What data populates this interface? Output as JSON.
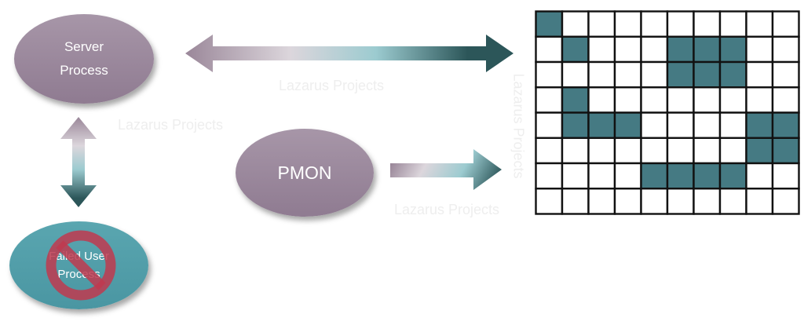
{
  "nodes": {
    "server_process": {
      "line1": "Server",
      "line2": "Process"
    },
    "pmon": {
      "label": "PMON"
    },
    "failed_user_process": {
      "line1": "Failed User",
      "line2": "Process",
      "status_icon": "prohibited-icon"
    }
  },
  "watermarks": [
    "Lazarus Projects",
    "Lazarus Projects",
    "Lazarus Projects",
    "Lazarus Projects"
  ],
  "arrows": [
    {
      "name": "server-to-grid",
      "type": "double-headed",
      "from": "Server Process",
      "to": "memory grid"
    },
    {
      "name": "server-to-failed",
      "type": "double-headed-vertical",
      "from": "Server Process",
      "to": "Failed User Process"
    },
    {
      "name": "pmon-to-grid",
      "type": "single-headed",
      "from": "PMON",
      "to": "memory grid"
    }
  ],
  "colors": {
    "node_purple": "#9a8799",
    "node_teal": "#55a0ab",
    "grid_fill": "#457a83",
    "grid_empty": "#ffffff",
    "grid_border": "#111111",
    "arrow_start": "#9a8799",
    "arrow_mid": "#dcd6dc",
    "arrow_teal": "#9ccbd0",
    "arrow_end": "#2c5659",
    "no_sign": "#c0394f",
    "watermark": "#eeeeee"
  },
  "grid": {
    "rows": 8,
    "cols": 10,
    "filled": [
      [
        0,
        0
      ],
      [
        1,
        1
      ],
      [
        1,
        5
      ],
      [
        1,
        6
      ],
      [
        1,
        7
      ],
      [
        2,
        5
      ],
      [
        2,
        6
      ],
      [
        2,
        7
      ],
      [
        3,
        1
      ],
      [
        4,
        1
      ],
      [
        4,
        2
      ],
      [
        4,
        3
      ],
      [
        4,
        8
      ],
      [
        4,
        9
      ],
      [
        5,
        8
      ],
      [
        5,
        9
      ],
      [
        6,
        4
      ],
      [
        6,
        5
      ],
      [
        6,
        6
      ],
      [
        6,
        7
      ]
    ]
  }
}
